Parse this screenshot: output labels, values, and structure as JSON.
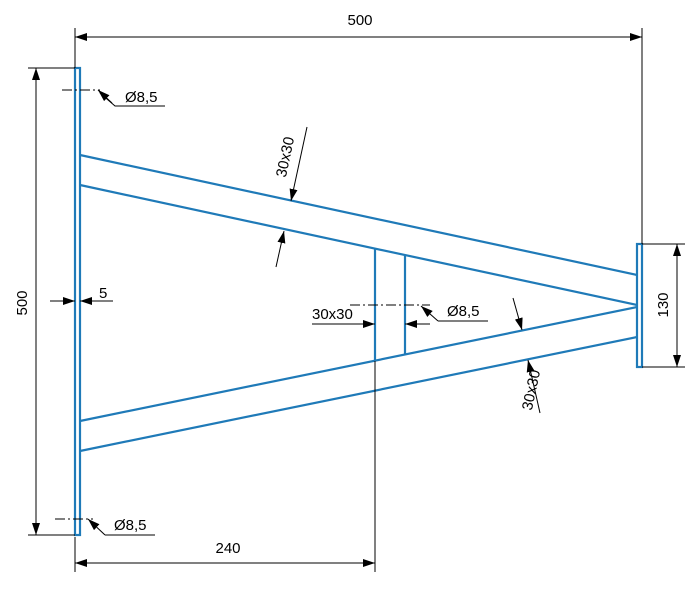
{
  "colors": {
    "part": "#1f7ab8",
    "dimension": "#000000",
    "background": "#ffffff"
  },
  "dimensions": {
    "overall_width": "500",
    "overall_height": "500",
    "plate_thickness": "5",
    "strut_offset": "240",
    "end_plate_height": "130"
  },
  "profiles": {
    "upper_arm": "30x30",
    "strut": "30x30",
    "lower_arm": "30x30"
  },
  "holes": {
    "top": "Ø8,5",
    "strut": "Ø8,5",
    "bottom": "Ø8,5"
  }
}
